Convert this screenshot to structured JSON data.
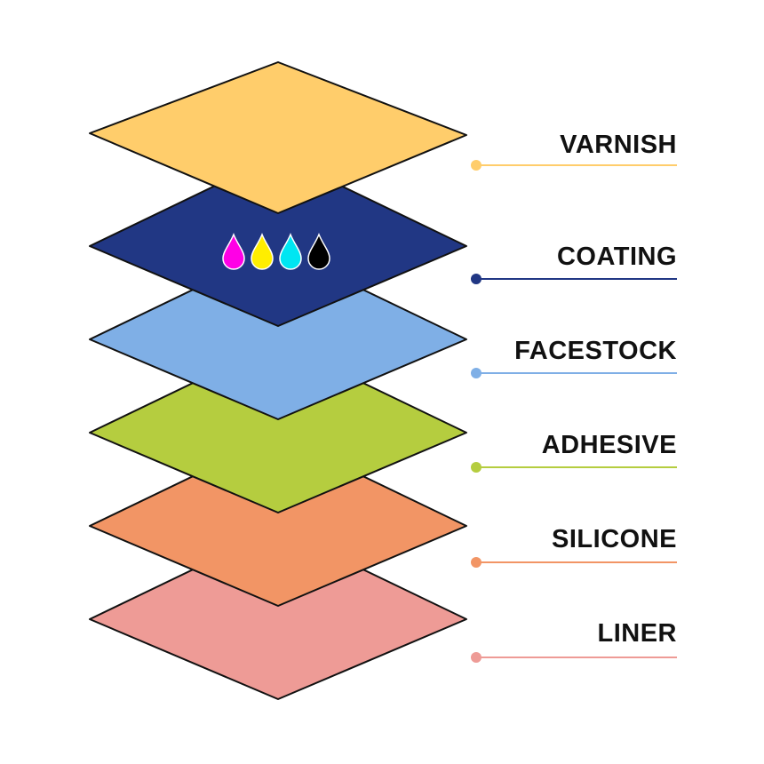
{
  "diagram": {
    "layers": [
      {
        "key": "varnish",
        "label": "VARNISH",
        "color": "#FFCD6B"
      },
      {
        "key": "coating",
        "label": "COATING",
        "color": "#213784"
      },
      {
        "key": "facestock",
        "label": "FACESTOCK",
        "color": "#7FAFE6"
      },
      {
        "key": "adhesive",
        "label": "ADHESIVE",
        "color": "#B5CD3F"
      },
      {
        "key": "silicone",
        "label": "SILICONE",
        "color": "#F29565"
      },
      {
        "key": "liner",
        "label": "LINER",
        "color": "#EE9B96"
      }
    ],
    "ink_drops": [
      {
        "name": "magenta",
        "color": "#FF00E6"
      },
      {
        "name": "yellow",
        "color": "#FFEE00"
      },
      {
        "name": "cyan",
        "color": "#00E6F2"
      },
      {
        "name": "black",
        "color": "#000000"
      }
    ],
    "outline_color": "#111111"
  }
}
